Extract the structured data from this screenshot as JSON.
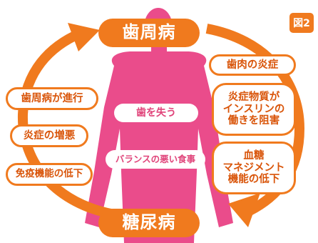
{
  "figure_tag": "図2",
  "top_label": "歯周病",
  "bottom_label": "糖尿病",
  "right_boxes": [
    "歯肉の炎症",
    "炎症物質が\nインスリンの\n働きを阻害",
    "血糖\nマネジメント\n機能の低下"
  ],
  "left_boxes": [
    "歯周病が進行",
    "炎症の増悪",
    "免疫機能の低下"
  ],
  "center_boxes": [
    "歯を失う",
    "バランスの悪い食事"
  ],
  "colors": {
    "orange": "#f07a1e",
    "pink": "#ea4c8b",
    "pink_text": "#e0447a"
  }
}
